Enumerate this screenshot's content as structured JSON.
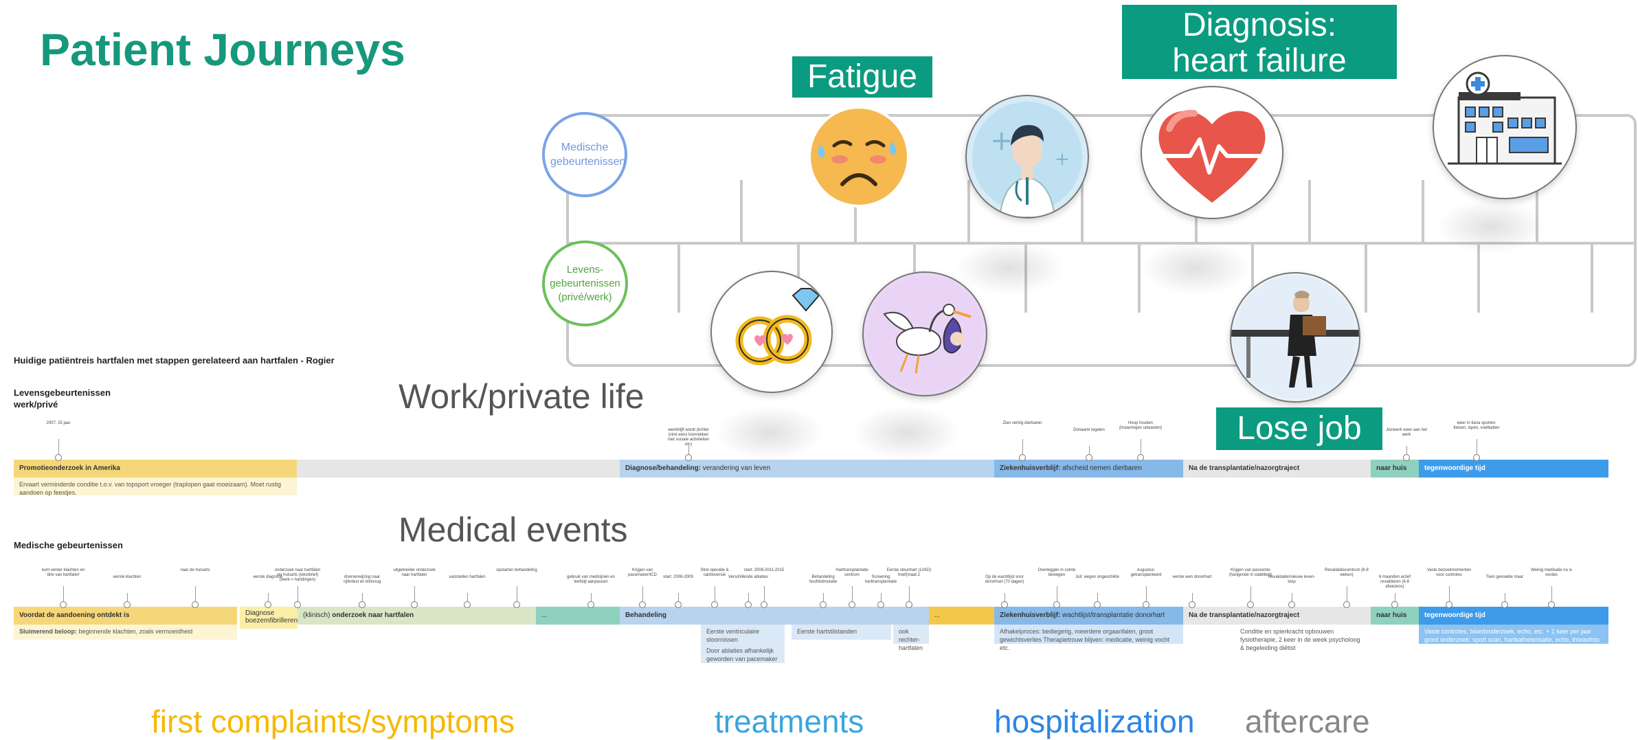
{
  "title": "Patient Journeys",
  "badges": {
    "fatigue": "Fatigue",
    "diagnosis_line1": "Diagnosis:",
    "diagnosis_line2": "heart failure",
    "lose_job": "Lose job"
  },
  "track_labels": {
    "medical": "Medische gebeurtenissen",
    "life": "Levens-gebeurtenissen (privé/werk)"
  },
  "icons": [
    "sweating-face-icon",
    "doctor-icon",
    "heart-pulse-icon",
    "hospital-icon",
    "wedding-rings-icon",
    "stork-baby-icon",
    "office-worker-box-icon"
  ],
  "doc": {
    "heading": "Huidige patiëntreis hartfalen met stappen gerelateerd aan hartfalen - Rogier",
    "life_heading": "Levensgebeurtenissen werk/privé",
    "medical_heading": "Medische gebeurtenissen"
  },
  "section_labels": {
    "work": "Work/private life",
    "medical": "Medical events"
  },
  "life_row": {
    "bars": [
      {
        "label_bold": "Promotieonderzoek in Amerika",
        "label": "",
        "color": "#f5d77a"
      },
      {
        "label_bold": "",
        "label": "",
        "color": "#e6e6e6"
      },
      {
        "label_bold": "Diagnose/behandeling:",
        "label": " verandering van leven",
        "color": "#b7d3ee"
      },
      {
        "label_bold": "Ziekenhuisverblijf:",
        "label": " afscheid nemen dierbaren",
        "color": "#86b8e8"
      },
      {
        "label_bold": "Na de transplantatie/nazorgtraject",
        "label": "",
        "color": "#e6e6e6"
      },
      {
        "label_bold": "naar huis",
        "label": "",
        "color": "#8fd1bf"
      },
      {
        "label_bold": "tegenwoordige tijd",
        "label": "",
        "color": "#3d9be9"
      }
    ],
    "sub_note": "Ervaart verminderde conditie t.o.v. van topsport vroeger (traplopen gaat moeizaam). Moet rustig aandoen op feestjes.",
    "markers": [
      {
        "text": "2007: 25 jaar"
      },
      {
        "text": "werkblijft wordt (lichter (vind eens loonrekken met sociale activiteiten etc)"
      },
      {
        "text": "Zien vertrig dierbaren"
      },
      {
        "text": "Donaaml regelen"
      },
      {
        "text": "Hoop houden (trouwringen uitwasten)"
      },
      {
        "text": "Joinwerk weer aan het werk"
      },
      {
        "text": "weer in tiana sporten: fietsen, lopen, voetbatten"
      }
    ]
  },
  "medical_row": {
    "bars": [
      {
        "label_bold": "Voordat de aandoening ontdekt is",
        "label": "",
        "color": "#f5d77a"
      },
      {
        "label_bold": "",
        "label": "Diagnose boezemfibrilleren",
        "color": "#fbeea6"
      },
      {
        "label_bold": "onderzoek naar hartfalen",
        "label": "(klinisch) ",
        "color": "#d8e6c6"
      },
      {
        "label_bold": "",
        "label": "...",
        "color": "#8fd1bf"
      },
      {
        "label_bold": "Behandeling",
        "label": "",
        "color": "#b7d3ee"
      },
      {
        "label_bold": "",
        "label": "...",
        "color": "#f2c84b"
      },
      {
        "label_bold": "Ziekenhuisverblijf:",
        "label": " wachtlijst/transplantatie donorhart",
        "color": "#86b8e8"
      },
      {
        "label_bold": "Na de transplantatie/nazorgtraject",
        "label": "",
        "color": "#e6e6e6"
      },
      {
        "label_bold": "naar huis",
        "label": "",
        "color": "#8fd1bf"
      },
      {
        "label_bold": "tegenwoordige tijd",
        "label": "",
        "color": "#3d9be9"
      }
    ],
    "sub_first_bold": "Sluimerend beloop:",
    "sub_first": " beginnende klachten, zoals vermoeidheid",
    "treatments": [
      "Eerste ventriculaire stoornissen",
      "Door ablaties afhankelijk geworden van pacemaker",
      "Eerste hartstilstanden",
      "ook rechter-hartfalen"
    ],
    "hospital_note": "Afhakelproces: bediegerig, meerdere orgaanfalen, groot gewichtsverlies Therapietrouw blijven: medicatie, weinig vocht etc.",
    "aftercare_note": "Conditie en spierkracht opbouwen fysiotherapie, 2 keer in de week psycholoog & begeleiding diëtist",
    "present_note": "Vaste controles, bloedonderzoek, echo, etc. + 1 keer per jaar groot onderzoek: sport scan, hartkatheterisatie, echo, thoraxfoto etc.",
    "markers": [
      {
        "text": "kunt verder klachten en 'drie van hartfalen'"
      },
      {
        "text": "eerste klachten"
      },
      {
        "text": "naar de huisarts"
      },
      {
        "text": "eerste diagnose"
      },
      {
        "text": "onderzoek naar hartfalen via huisarts (tekstbrief)(werk-> hartdingen)"
      },
      {
        "text": "doorverwijzing naar cijfertest en klinisrug"
      },
      {
        "text": "uitgebreider onderzoek naar hartfalen"
      },
      {
        "text": "vaststellen hartfalen"
      },
      {
        "text": "opstarten behandeling"
      },
      {
        "text": "gebruik van medicijnen en leefstijl aanpassen"
      },
      {
        "text": "Krijgen van pacemaker/ICD"
      },
      {
        "text": "start: 2008-2009"
      },
      {
        "text": "Strel operatie & cardioversie"
      },
      {
        "text": "Verschillende ablaties"
      },
      {
        "text": "start: 2008-2011-2015"
      },
      {
        "text": "Behandeling hoofdstimulatie"
      },
      {
        "text": "Harttransplantatie centrum"
      },
      {
        "text": "Screening harttransplantatie"
      },
      {
        "text": "Eerste steunhart (LVAD) hoef(maat 2"
      },
      {
        "text": "Op de wachtlijst voor donorhart (70 dagen)"
      },
      {
        "text": "Overleggen in cointe bewegen"
      },
      {
        "text": "Juli: wegen ongeschikte"
      },
      {
        "text": "Augustus: getransplanteerd"
      },
      {
        "text": "eerste wen donorhart"
      },
      {
        "text": "Krijgen van passende (hangende in stabiliteit)"
      },
      {
        "text": "Revalidatie/nieuwe leven-loop"
      },
      {
        "text": "Revalidatiecentrum (6-8 weken)"
      },
      {
        "text": "6 maanden actief revalideren (6-8 afwezens)"
      },
      {
        "text": "Vaste bezoekmomenten voor controles"
      },
      {
        "text": "Toen gevoelde maar"
      },
      {
        "text": "Weinig medisatie nu is vordes"
      }
    ]
  },
  "legend": [
    {
      "label": "first complaints/symptoms",
      "color": "#f6b800"
    },
    {
      "label": "treatments",
      "color": "#3aa5dd"
    },
    {
      "label": "hospitalization",
      "color": "#2b86e6"
    },
    {
      "label": "aftercare",
      "color": "#888888"
    }
  ]
}
